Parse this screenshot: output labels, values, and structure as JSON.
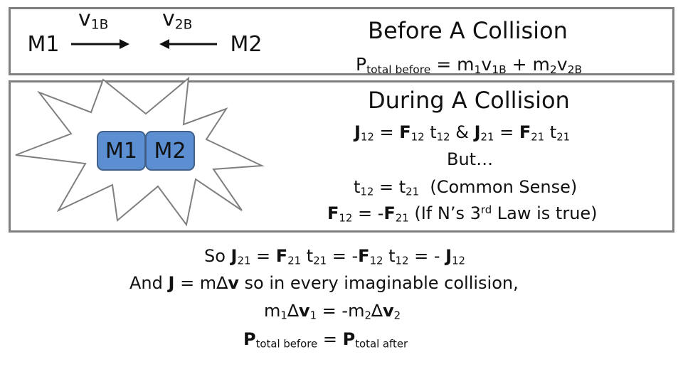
{
  "masses": {
    "m1": "M1",
    "m2": "M2"
  },
  "velocity_labels": {
    "v1b": {
      "base": "v",
      "sub": "1B"
    },
    "v2b": {
      "base": "v",
      "sub": "2B"
    }
  },
  "before": {
    "title": "Before A Collision",
    "equation": {
      "p": "P",
      "p_sub": "total before",
      "eq": " = m",
      "m1_sub": "1",
      "v": "v",
      "v1_sub": "1B",
      "plus": " + m",
      "m2_sub": "2",
      "v2": "v",
      "v2_sub": "2B"
    }
  },
  "during": {
    "title": "During A Collision",
    "line1": {
      "j": "J",
      "j_sub": "12",
      "eq": " = ",
      "f": "F",
      "f_sub": "12",
      "t": " t",
      "t_sub": "12",
      "amp": " & ",
      "j2": "J",
      "j2_sub": "21",
      "eq2": " = ",
      "f2": "F",
      "f2_sub": "21",
      "t2": " t",
      "t2_sub": "21"
    },
    "line2": "But…",
    "line3": {
      "t": "t",
      "t_sub": "12",
      "eq": " = t",
      "t2_sub": "21",
      "note": "  (Common Sense)"
    },
    "line4": {
      "f": "F",
      "f_sub": "12",
      "eq": " = -",
      "f2": "F",
      "f2_sub": "21",
      "note_a": " (If N’s 3",
      "sup": "rd",
      "note_b": " Law is true)"
    }
  },
  "conclusion": {
    "line1": {
      "so": "So ",
      "j": "J",
      "j_sub": "21",
      "eq": " = ",
      "f": "F",
      "f_sub": "21",
      "t": " t",
      "t_sub": "21",
      "eq2": " = -",
      "f2": "F",
      "f2_sub": "12",
      "t2": " t",
      "t2_sub": "12",
      "eq3": " = - ",
      "j2": "J",
      "j2_sub": "12"
    },
    "line2": {
      "and": "And ",
      "j": "J",
      "eq": " = m",
      "delta": "∆",
      "v": "v",
      "rest": " so in every imaginable collision,"
    },
    "line3": {
      "m": "m",
      "m_sub": "1",
      "delta": "∆",
      "v": "v",
      "v_sub": "1",
      "eq": " = -m",
      "m2_sub": "2",
      "delta2": "∆",
      "v2": "v",
      "v2_sub": "2"
    },
    "line4": {
      "p": "P",
      "p_sub": "total before",
      "eq": " = ",
      "p2": "P",
      "p2_sub": "total after"
    }
  },
  "colors": {
    "mass_fill": "#5b8fd1",
    "mass_border": "#41618a",
    "frame": "#7f7f7f",
    "arrow": "#111111"
  }
}
